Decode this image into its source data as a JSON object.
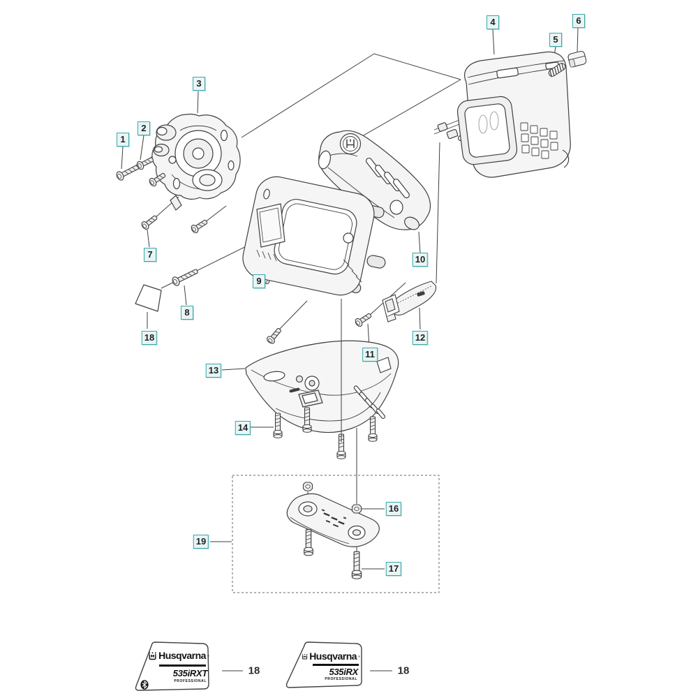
{
  "diagram": {
    "callouts": [
      {
        "n": "1"
      },
      {
        "n": "2"
      },
      {
        "n": "3"
      },
      {
        "n": "4"
      },
      {
        "n": "5"
      },
      {
        "n": "6"
      },
      {
        "n": "7"
      },
      {
        "n": "8"
      },
      {
        "n": "9"
      },
      {
        "n": "10"
      },
      {
        "n": "11"
      },
      {
        "n": "12"
      },
      {
        "n": "13"
      },
      {
        "n": "14"
      },
      {
        "n": "16"
      },
      {
        "n": "17"
      },
      {
        "n": "18"
      },
      {
        "n": "19"
      }
    ],
    "ref_labels": [
      {
        "n": "18"
      },
      {
        "n": "18"
      }
    ],
    "decals": [
      {
        "brand": "Husqvarna",
        "trademark": "®",
        "model": "535iRXT",
        "tier": "PROFESSIONAL",
        "ref": "18",
        "has_bluetooth": true
      },
      {
        "brand": "Husqvarna",
        "trademark": "®",
        "model": "535iRX",
        "tier": "PROFESSIONAL",
        "ref": "18",
        "has_bluetooth": false
      }
    ],
    "colors": {
      "callout_border": "#3aa7a9",
      "callout_fill": "#e9f5f5",
      "line": "#3f3f3f",
      "decal_text": "#111111"
    },
    "icons": {
      "husqvarna_crown": "crowned-H-badge",
      "bluetooth": "bluetooth-rune"
    }
  }
}
